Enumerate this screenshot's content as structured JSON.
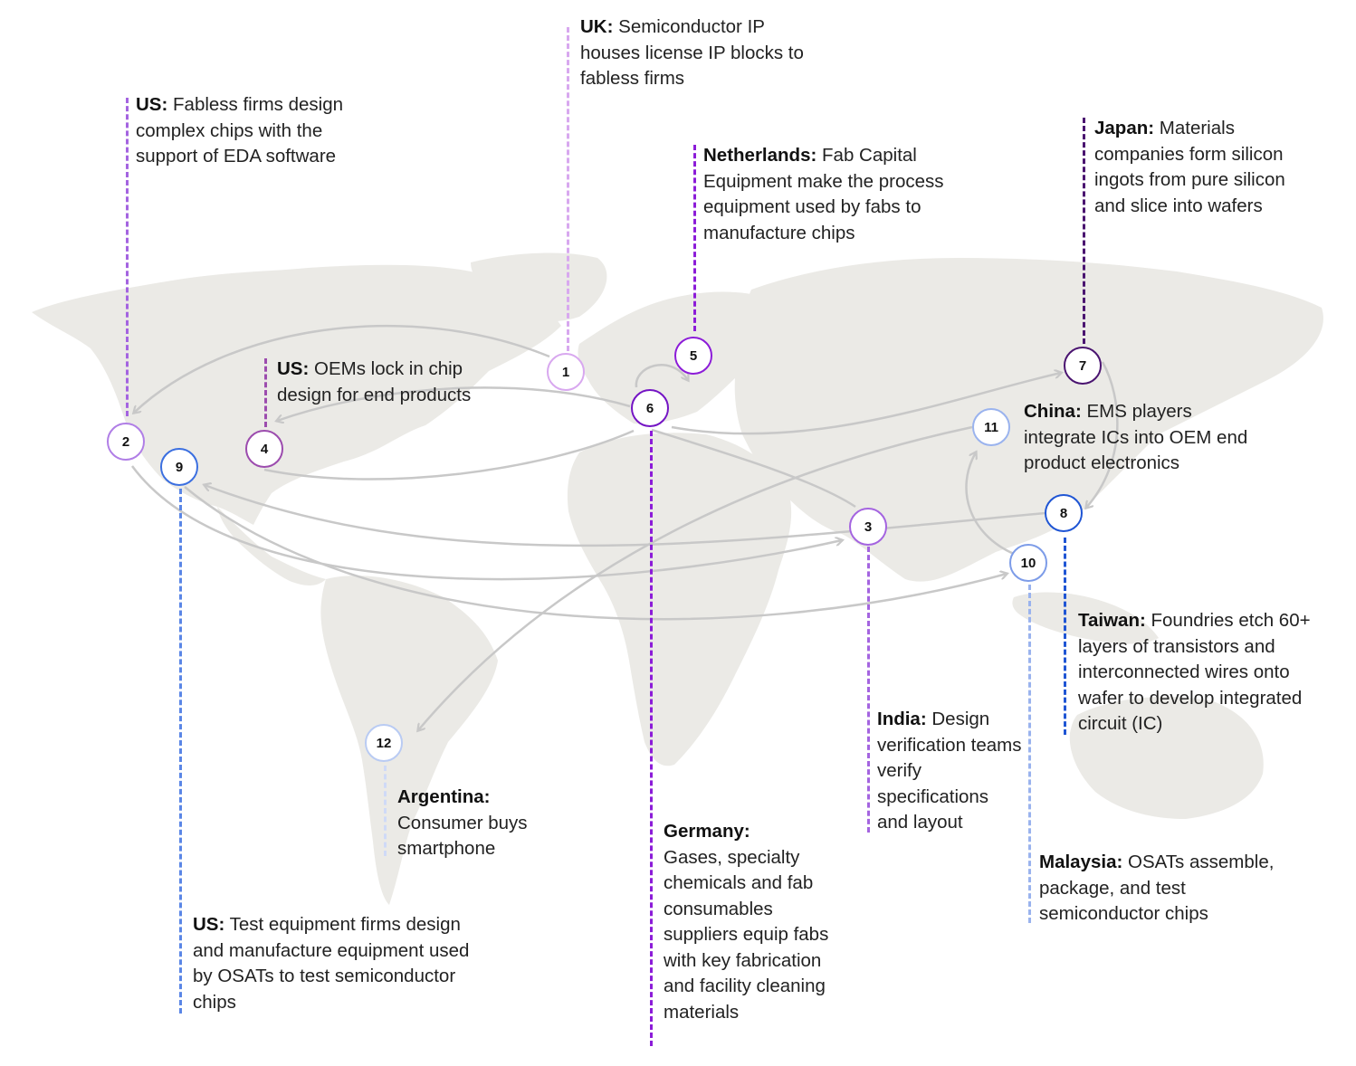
{
  "colors": {
    "land": "#ebeae6",
    "arrow": "#c8c8c8",
    "lavender": "#d8a8ef",
    "violet": "#a464e0",
    "purple": "#8c1cd8",
    "dark_purple": "#4a1470",
    "plum": "#9c4cae",
    "blue": "#1f55d4",
    "light_blue": "#9ab3ee",
    "mid_blue": "#5a86e6"
  },
  "nodes": [
    {
      "label": "1",
      "icon": "numbered-circle"
    },
    {
      "label": "2",
      "icon": "numbered-circle"
    },
    {
      "label": "3",
      "icon": "numbered-circle"
    },
    {
      "label": "4",
      "icon": "numbered-circle"
    },
    {
      "label": "5",
      "icon": "numbered-circle"
    },
    {
      "label": "6",
      "icon": "numbered-circle"
    },
    {
      "label": "7",
      "icon": "numbered-circle"
    },
    {
      "label": "8",
      "icon": "numbered-circle"
    },
    {
      "label": "9",
      "icon": "numbered-circle"
    },
    {
      "label": "10",
      "icon": "numbered-circle"
    },
    {
      "label": "11",
      "icon": "numbered-circle"
    },
    {
      "label": "12",
      "icon": "numbered-circle"
    }
  ],
  "callouts": {
    "uk": {
      "country": "UK:",
      "text": "Semiconductor IP houses license IP blocks to fabless firms"
    },
    "us_fabless": {
      "country": "US:",
      "text": "Fabless firms design complex chips with the support of EDA software"
    },
    "netherlands": {
      "country": "Netherlands:",
      "text": "Fab Capital Equipment make the process equipment used by fabs to manufacture chips"
    },
    "japan": {
      "country": "Japan:",
      "text": "Materials companies form silicon ingots from pure silicon and slice into wafers"
    },
    "us_oem": {
      "country": "US:",
      "text": "OEMs lock in chip design for end products"
    },
    "china": {
      "country": "China:",
      "text": "EMS players integrate ICs into OEM end product electronics"
    },
    "taiwan": {
      "country": "Taiwan:",
      "text": "Foundries etch 60+ layers of transistors and interconnected wires onto wafer to develop integrated circuit (IC)"
    },
    "india": {
      "country": "India:",
      "text": "Design verification teams verify specifications and layout"
    },
    "argentina": {
      "country": "Argentina:",
      "text": "Consumer buys smartphone"
    },
    "germany": {
      "country": "Germany:",
      "text": "Gases, specialty chemicals and fab consumables suppliers equip fabs with key fabrication and facility cleaning materials"
    },
    "malaysia": {
      "country": "Malaysia:",
      "text": "OSATs assemble, package, and test semiconductor chips"
    },
    "us_test": {
      "country": "US:",
      "text": "Test equipment firms design and manufacture equipment used by OSATs to test semiconductor chips"
    }
  }
}
